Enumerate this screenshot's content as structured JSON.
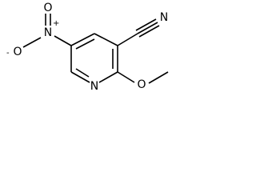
{
  "molecule": {
    "atoms": {
      "ring_nitrogen": "N",
      "cyano_nitrogen": "N",
      "methoxy_oxygen": "O",
      "nitro_nitrogen": "N",
      "nitro_oxygen_top": "O",
      "nitro_oxygen_left": "O"
    },
    "charges": {
      "nitro_nitrogen": "+",
      "nitro_oxygen_left": "-"
    }
  },
  "colors": {
    "bond": "#000000",
    "label": "#000000",
    "background": "#ffffff"
  }
}
